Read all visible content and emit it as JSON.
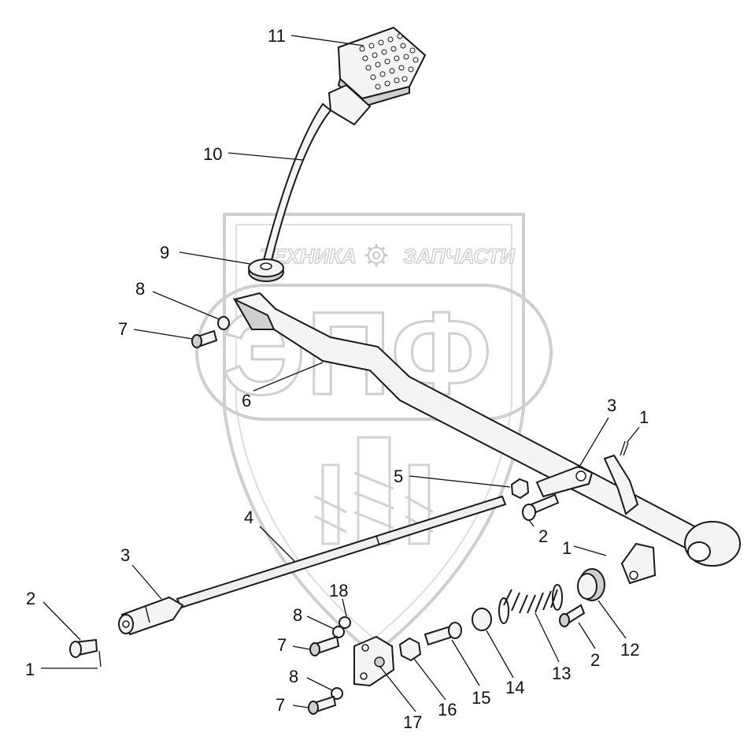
{
  "watermark": {
    "top_left": "ТЕХНИКА",
    "top_right": "ЗАПЧАСТИ",
    "big": "ЭПФ"
  },
  "callouts": [
    {
      "id": "c11",
      "text": "11"
    },
    {
      "id": "c10",
      "text": "10"
    },
    {
      "id": "c9",
      "text": "9"
    },
    {
      "id": "c8a",
      "text": "8"
    },
    {
      "id": "c7a",
      "text": "7"
    },
    {
      "id": "c6",
      "text": "6"
    },
    {
      "id": "c3a",
      "text": "3"
    },
    {
      "id": "c1a",
      "text": "1"
    },
    {
      "id": "c5",
      "text": "5"
    },
    {
      "id": "c4",
      "text": "4"
    },
    {
      "id": "c2a",
      "text": "2"
    },
    {
      "id": "c1b",
      "text": "1"
    },
    {
      "id": "c3b",
      "text": "3"
    },
    {
      "id": "c2b",
      "text": "2"
    },
    {
      "id": "c1c",
      "text": "1"
    },
    {
      "id": "c18",
      "text": "18"
    },
    {
      "id": "c8b",
      "text": "8"
    },
    {
      "id": "c7b",
      "text": "7"
    },
    {
      "id": "c8c",
      "text": "8"
    },
    {
      "id": "c7c",
      "text": "7"
    },
    {
      "id": "c17",
      "text": "17"
    },
    {
      "id": "c16",
      "text": "16"
    },
    {
      "id": "c15",
      "text": "15"
    },
    {
      "id": "c14",
      "text": "14"
    },
    {
      "id": "c13",
      "text": "13"
    },
    {
      "id": "c2c",
      "text": "2"
    },
    {
      "id": "c12",
      "text": "12"
    }
  ]
}
